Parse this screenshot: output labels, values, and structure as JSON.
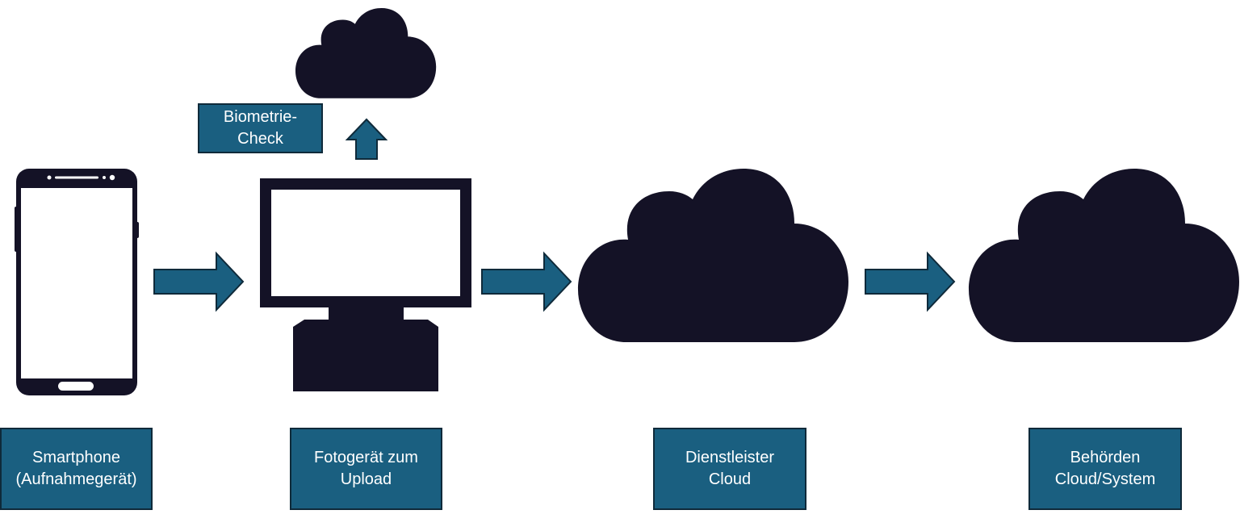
{
  "colors": {
    "dark_shape": "#141226",
    "accent": "#1a5f80",
    "accent_border": "#0f2a3a",
    "screen": "#ffffff",
    "label_text": "#ffffff"
  },
  "nodes": {
    "smartphone": {
      "icon": "smartphone-icon",
      "label": "Smartphone\n(Aufnahmegerät)"
    },
    "photo_device": {
      "icon": "desktop-computer-icon",
      "label": "Fotogerät zum\nUpload"
    },
    "biometrics": {
      "icon": "cloud-icon",
      "label": "Biometrie-\nCheck"
    },
    "provider_cloud": {
      "icon": "cloud-icon",
      "label": "Dienstleister\nCloud"
    },
    "authority_cloud": {
      "icon": "cloud-icon",
      "label": "Behörden\nCloud/System"
    }
  },
  "edges": [
    {
      "from": "smartphone",
      "to": "photo_device",
      "icon": "arrow-right-icon"
    },
    {
      "from": "photo_device",
      "to": "biometrics",
      "icon": "arrow-up-icon"
    },
    {
      "from": "photo_device",
      "to": "provider_cloud",
      "icon": "arrow-right-icon"
    },
    {
      "from": "provider_cloud",
      "to": "authority_cloud",
      "icon": "arrow-right-icon"
    }
  ]
}
